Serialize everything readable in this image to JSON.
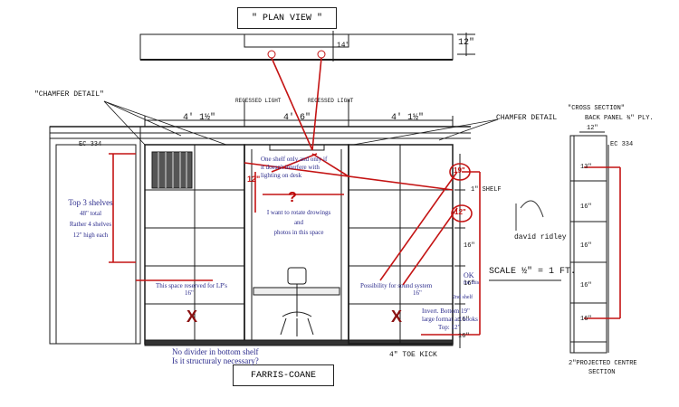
{
  "titles": {
    "plan_view": "\" PLAN VIEW \"",
    "farris_coane": "FARRIS-COANE",
    "cross_section": "\"CROSS SECTION\"",
    "back_panel": "BACK PANEL ¾\" PLY.",
    "projected": "2\"PROJECTED CENTRE",
    "section": "SECTION",
    "chamfer_left": "\"CHAMFER DETAIL\"",
    "chamfer_right": "CHAMFER DETAIL",
    "scale": "SCALE ½\" = 1 FT.",
    "signature": "david ridley",
    "toe_kick": "4\" TOE KICK",
    "recessed_1": "RECESSED LIGHT",
    "recessed_2": "RECESSED LIGHT",
    "one_shelf": "1\" SHELF"
  },
  "dimensions": {
    "d14": "14\"",
    "d12_top": "12\"",
    "w_left": "4' 1½\"",
    "w_mid": "4' 6\"",
    "w_right": "4' 1½\"",
    "ec_left": "EC 334",
    "ec_right": "EC 334",
    "cs_12": "12\"",
    "right_16a": "16\"",
    "right_16b": "16\"",
    "right_16c": "16\"",
    "right_16d": "16\"",
    "cs_13": "13\"",
    "cs_16a": "16\"",
    "cs_16b": "16\"",
    "cs_16c": "16\"",
    "cs_16d": "16\""
  },
  "notes": {
    "top3_line1": "Top 3 shelves",
    "top3_line2": "48\" total",
    "top3_line3": "Rather 4 shelves",
    "top3_line4": "12\" high each",
    "one_shelf_1": "One shelf only and only if",
    "one_shelf_2": "it doesn't interfere with",
    "one_shelf_3": "lighting on desk",
    "rotate_1": "I want to rotate drowings",
    "rotate_2": "and",
    "rotate_3": "photos in this space",
    "reserved_lp": "This space reserved for LP's",
    "reserved_16": "16\"",
    "sound": "Possibility for sound system",
    "sound_16": "16\"",
    "ok_1": "OK",
    "ok_2": "for this",
    "ok_3": "2nd shelf",
    "invert_1": "Invert.  Bottom 19\"",
    "invert_2": "large format art books",
    "invert_3": "Top: 12\"",
    "divider_1": "No divider in bottom shelf",
    "divider_2": "Is it structuraly necessary?",
    "left_12": "12\"",
    "circ_19": "19\"",
    "circ_12": "12\"",
    "question": "?",
    "x_left": "X",
    "x_right": "X"
  }
}
